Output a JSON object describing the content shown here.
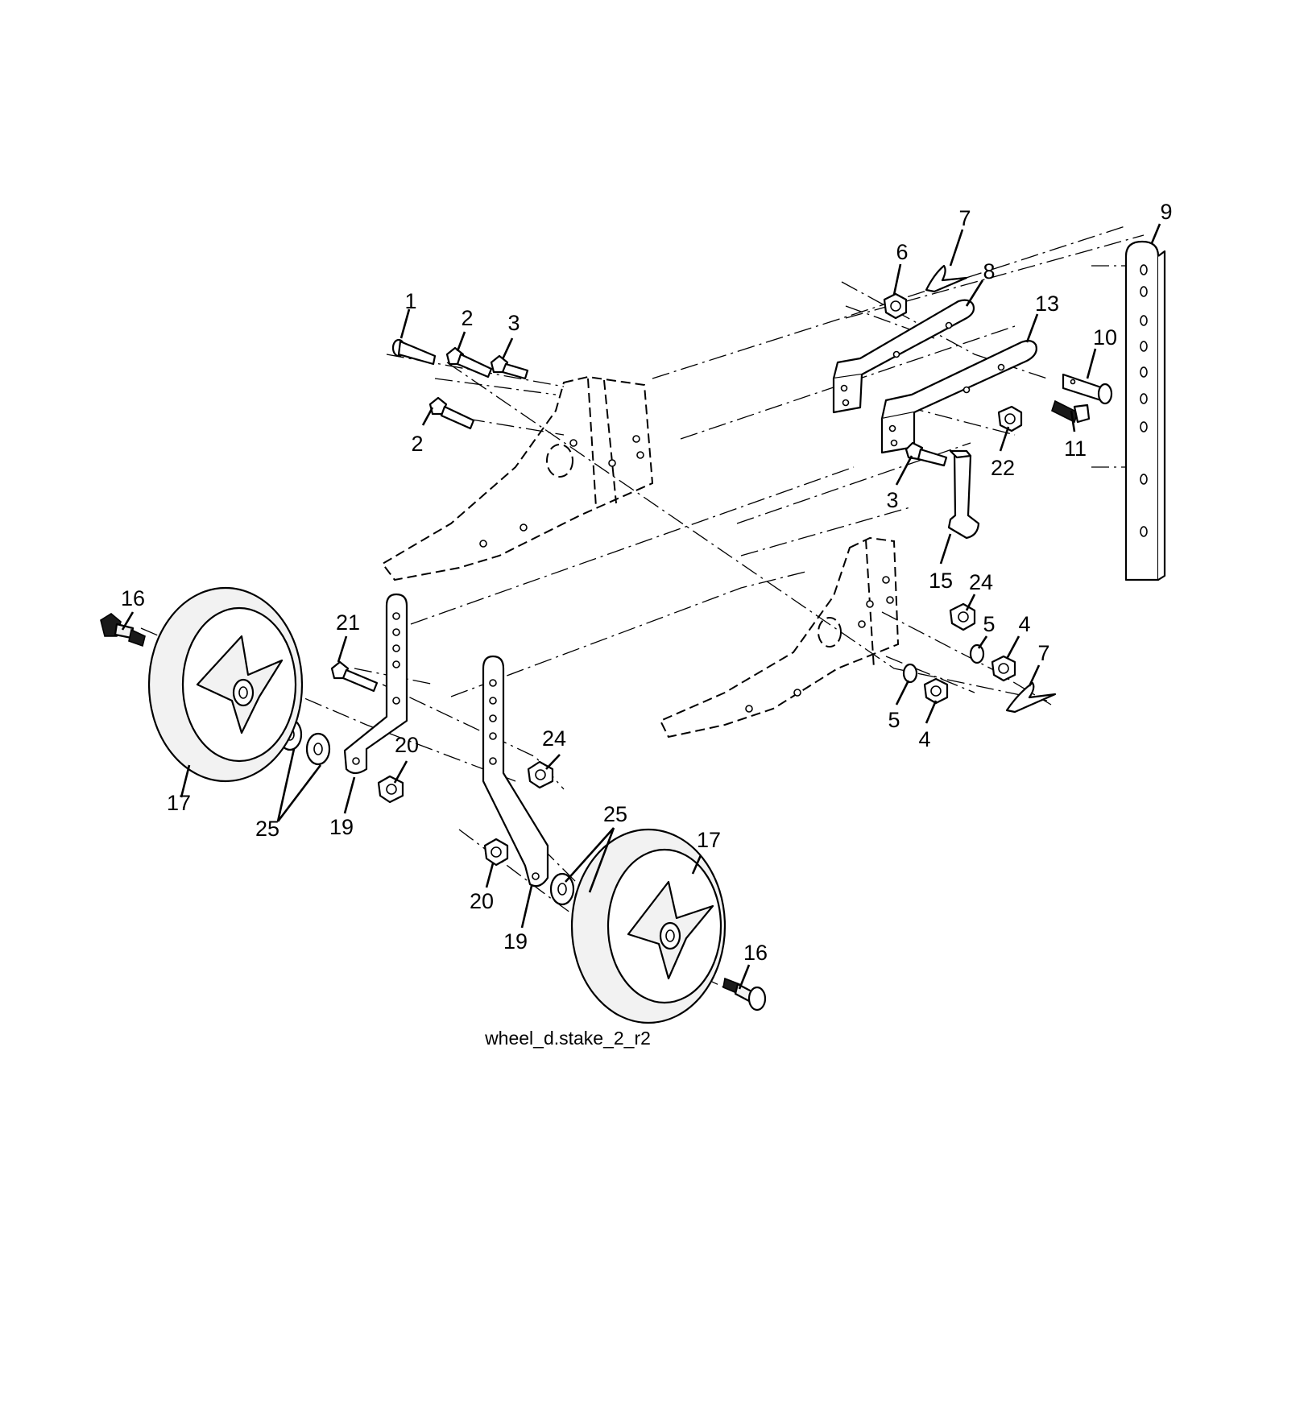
{
  "caption": "wheel_d.stake_2_r2",
  "callouts": [
    {
      "id": "c1",
      "text": "1"
    },
    {
      "id": "c2a",
      "text": "2"
    },
    {
      "id": "c3a",
      "text": "3"
    },
    {
      "id": "c2b",
      "text": "2"
    },
    {
      "id": "c6",
      "text": "6"
    },
    {
      "id": "c7a",
      "text": "7"
    },
    {
      "id": "c8",
      "text": "8"
    },
    {
      "id": "c13",
      "text": "13"
    },
    {
      "id": "c9",
      "text": "9"
    },
    {
      "id": "c10",
      "text": "10"
    },
    {
      "id": "c11",
      "text": "11"
    },
    {
      "id": "c22",
      "text": "22"
    },
    {
      "id": "c3b",
      "text": "3"
    },
    {
      "id": "c15",
      "text": "15"
    },
    {
      "id": "c24a",
      "text": "24"
    },
    {
      "id": "c5a",
      "text": "5"
    },
    {
      "id": "c4a",
      "text": "4"
    },
    {
      "id": "c7b",
      "text": "7"
    },
    {
      "id": "c5b",
      "text": "5"
    },
    {
      "id": "c4b",
      "text": "4"
    },
    {
      "id": "c16a",
      "text": "16"
    },
    {
      "id": "c21",
      "text": "21"
    },
    {
      "id": "c17a",
      "text": "17"
    },
    {
      "id": "c25a",
      "text": "25"
    },
    {
      "id": "c19a",
      "text": "19"
    },
    {
      "id": "c20a",
      "text": "20"
    },
    {
      "id": "c24b",
      "text": "24"
    },
    {
      "id": "c25b",
      "text": "25"
    },
    {
      "id": "c17b",
      "text": "17"
    },
    {
      "id": "c20b",
      "text": "20"
    },
    {
      "id": "c19b",
      "text": "19"
    },
    {
      "id": "c16b",
      "text": "16"
    }
  ]
}
